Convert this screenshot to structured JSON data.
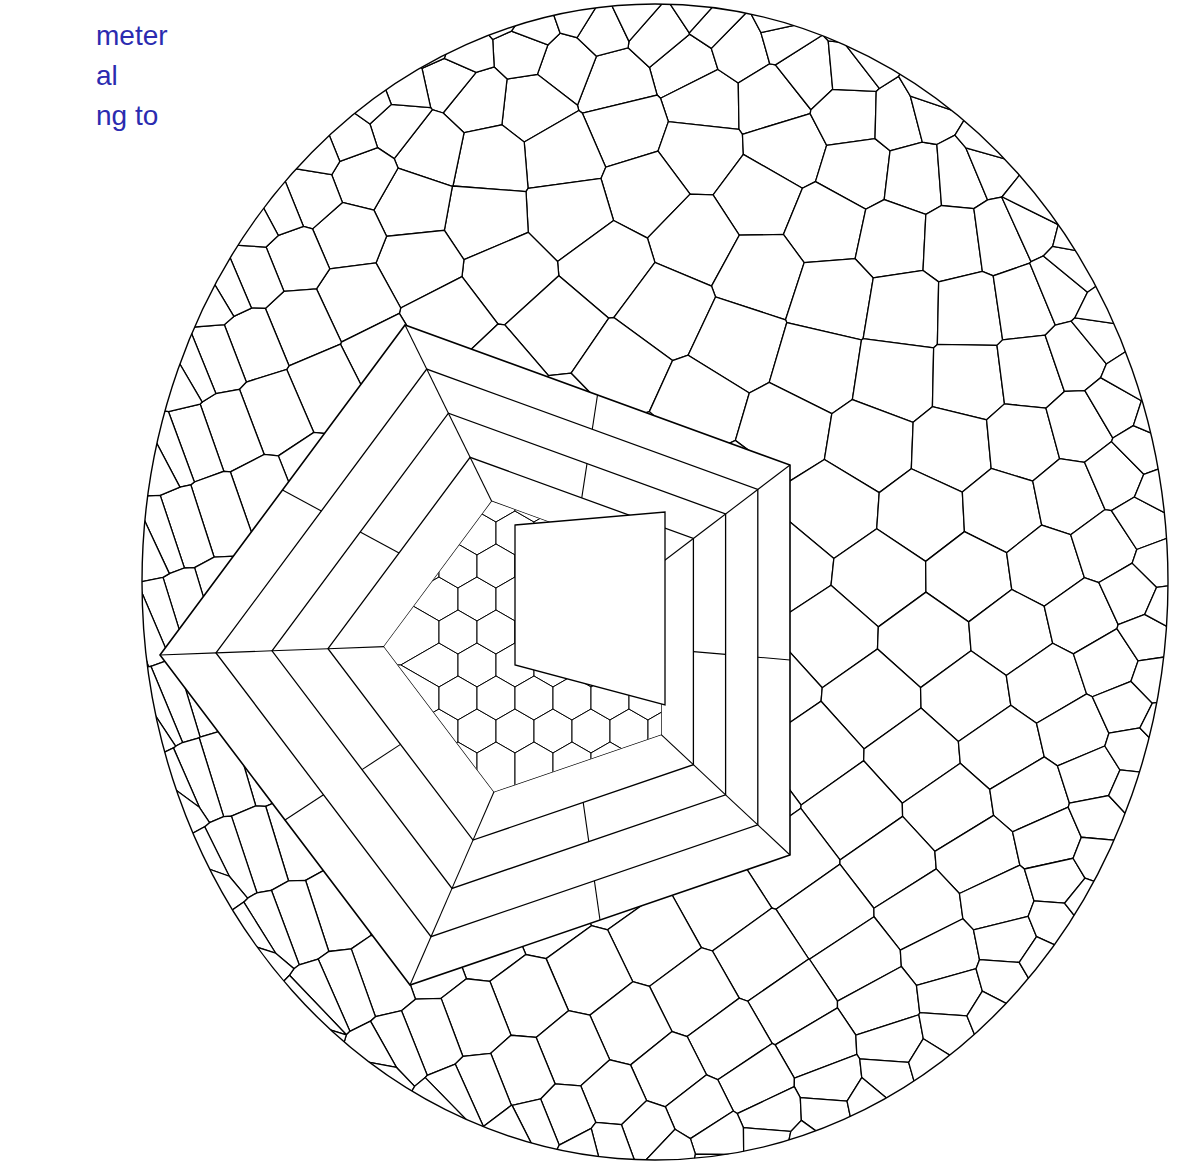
{
  "diagram": {
    "labels": [
      "meter",
      "al",
      "ng to"
    ]
  }
}
